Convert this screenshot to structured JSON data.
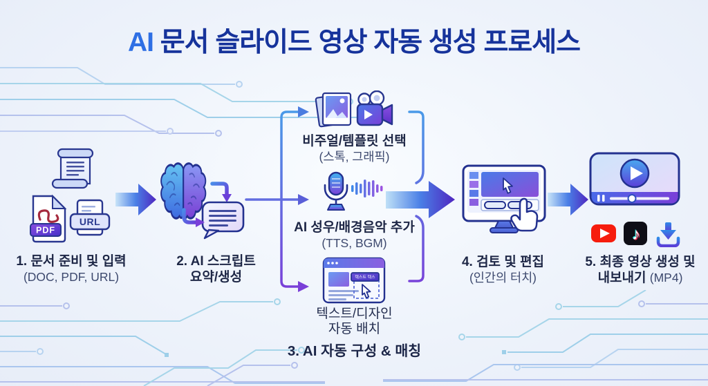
{
  "title": {
    "ai": "AI",
    "rest": " 문서 슬라이드 영상 자동 생성 프로세스"
  },
  "steps": {
    "s1": {
      "label": "1. 문서 준비 및 입력",
      "sub": "(DOC, PDF, URL)"
    },
    "s2": {
      "label": "2. AI 스크립트",
      "label2": "요약/생성"
    },
    "s3": {
      "label": "3. AI 자동 구성 & 매칭"
    },
    "s4": {
      "label": "4. 검토 및 편집",
      "sub": "(인간의 터치)"
    },
    "s5": {
      "label": "5. 최종 영상 생성 및",
      "label2": "내보내기",
      "sub": "(MP4)"
    }
  },
  "branches": {
    "visual": {
      "label": "비주얼/템플릿 선택",
      "sub": "(스톡, 그래픽)"
    },
    "audio": {
      "label": "AI 성우/배경음악 추가",
      "sub": "(TTS, BGM)"
    },
    "layout": {
      "label": "텍스트/디자인",
      "label2": "자동 배치",
      "badge": "텍스트 텍스"
    }
  },
  "icons": {
    "pdf_label": "PDF",
    "url_label": "URL",
    "tiktok_note": "♪"
  },
  "colors": {
    "title_accent": "#2e6fe4",
    "title_navy": "#16339b",
    "label_dark": "#1e2746",
    "sub_gray": "#3d496e",
    "arrow_blue": "#4a7fe6",
    "arrow_purple": "#4f26c0",
    "outline_navy": "#23318f",
    "youtube_red": "#f61c0d",
    "tiktok_black": "#0e0e16"
  }
}
